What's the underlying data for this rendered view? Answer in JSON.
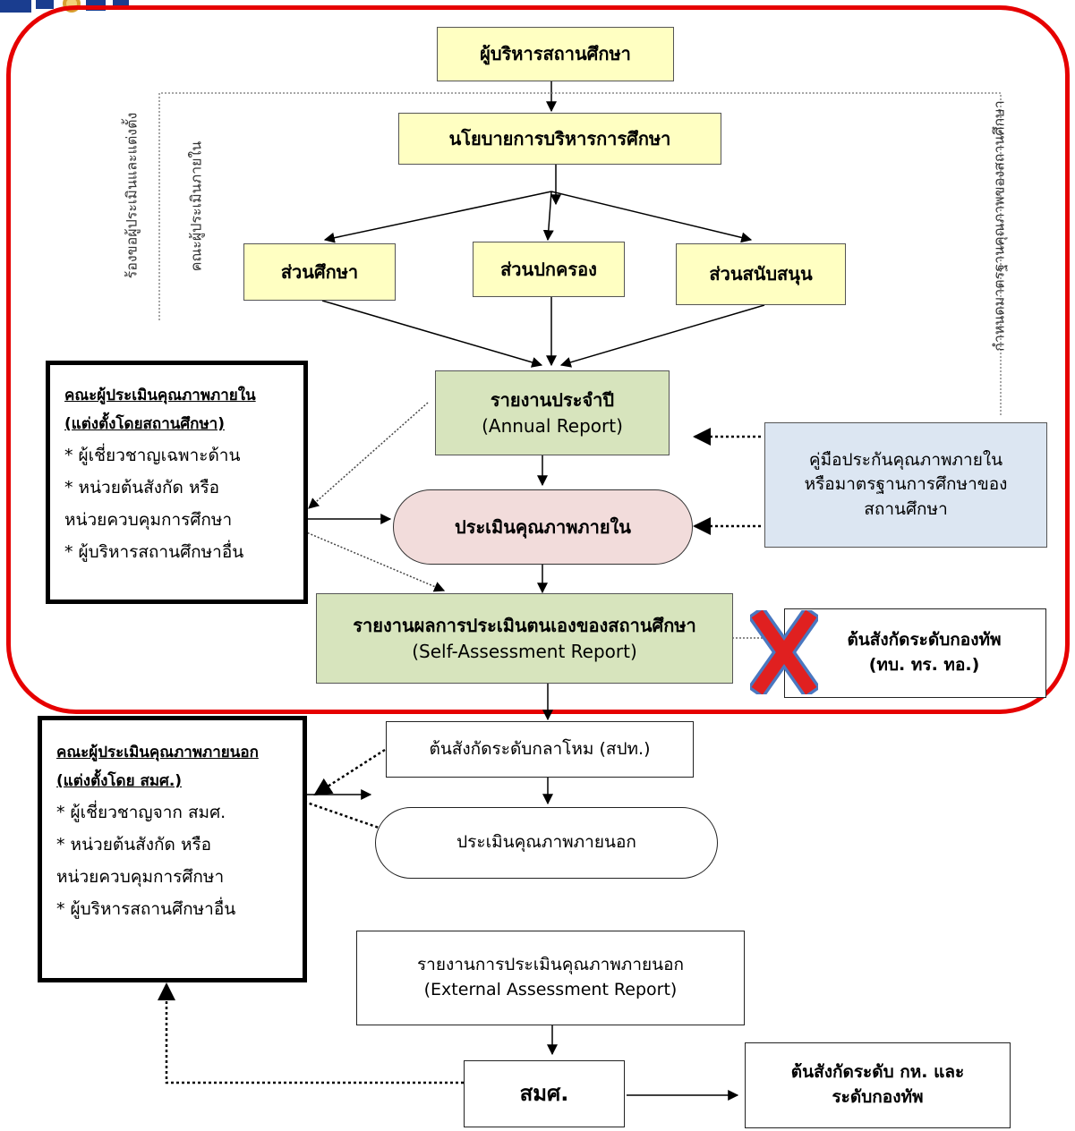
{
  "boxes": {
    "executive": "ผู้บริหารสถานศึกษา",
    "policy": "นโยบายการบริหารการศึกษา",
    "academic": "ส่วนศึกษา",
    "admin": "ส่วนปกครอง",
    "support": "ส่วนสนับสนุน",
    "annual_th": "รายงานประจำปี",
    "annual_en": "(Annual Report)",
    "internal_eval": "ประเมินคุณภาพภายใน",
    "manual_1": "คู่มือประกันคุณภาพภายใน",
    "manual_2": "หรือมาตรฐานการศึกษาของ",
    "manual_3": "สถานศึกษา",
    "sar_th": "รายงานผลการประเมินตนเองของสถานศึกษา",
    "sar_en": "(Self-Assessment Report)",
    "army_1": "ต้นสังกัดระดับกองทัพ",
    "army_2": "(ทบ.  ทร.  ทอ.)",
    "defense": "ต้นสังกัดระดับกลาโหม (สปท.)",
    "external_eval": "ประเมินคุณภาพภายนอก",
    "ext_report_th": "รายงานการประเมินคุณภาพภายนอก",
    "ext_report_en": "(External Assessment Report)",
    "onesqa": "สมศ.",
    "mod_1": "ต้นสังกัดระดับ กห. และ",
    "mod_2": "ระดับกองทัพ"
  },
  "internal_committee": {
    "heading_1": "คณะผู้ประเมินคุณภาพภายใน",
    "heading_2": "(แต่งตั้งโดยสถานศึกษา)",
    "item_1": "* ผู้เชี่ยวชาญเฉพาะด้าน",
    "item_2": "* หน่วยต้นสังกัด หรือ",
    "item_3": "หน่วยควบคุมการศึกษา",
    "item_4": "* ผู้บริหารสถานศึกษาอื่น"
  },
  "external_committee": {
    "heading_1": "คณะผู้ประเมินคุณภาพภายนอก",
    "heading_2": "(แต่งตั้งโดย สมศ.)",
    "item_1": "* ผู้เชี่ยวชาญจาก สมศ.",
    "item_2": "* หน่วยต้นสังกัด หรือ",
    "item_3": "หน่วยควบคุมการศึกษา",
    "item_4": "* ผู้บริหารสถานศึกษาอื่น"
  },
  "vertical_labels": {
    "request_appoint": "ร้องขอผู้ประเมินและแต่งตั้ง",
    "internal_committee": "คณะผู้ประเมินภายใน",
    "set_standards": "กำหนดมาตรฐานคุณภาพของสถานศึกษา"
  },
  "colors": {
    "frame": "#e60000",
    "cross": "#e02020",
    "cross_outline": "#4a78c0",
    "yellow": "#ffffc2",
    "green": "#d7e4bd",
    "pink": "#f2dcdb",
    "blue": "#dce6f2"
  },
  "icons": [
    "logo-icon",
    "cross-icon"
  ]
}
